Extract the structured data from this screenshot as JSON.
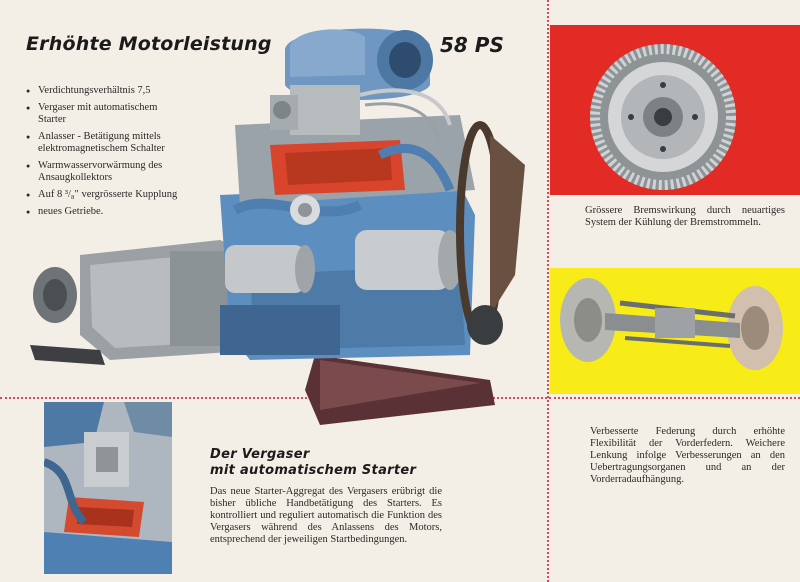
{
  "header": {
    "title": "Erhöhte Motorleistung",
    "power": "58 PS"
  },
  "features": [
    "Verdichtungsverhältnis 7,5",
    "Vergaser mit automatischem Starter",
    "Anlasser - Betätigung mittels elektromagnetischem Schalter",
    "Warmwasservorwärmung des Ansaugkollektors",
    "Auf 8 ³/₈\" vergrösserte Kupplung",
    "neues Getriebe."
  ],
  "brake": {
    "caption": "Grössere Bremswirkung durch neuartiges System der Kühlung der Bremstrommeln."
  },
  "suspension": {
    "caption": "Verbesserte Federung durch erhöhte Flexibilität der Vorderfedern. Weichere Lenkung infolge Verbesserungen an den Uebertragungsorganen und an der Vorderradaufhängung."
  },
  "carburetor": {
    "title_line1": "Der Vergaser",
    "title_line2": "mit automatischem Starter",
    "text": "Das neue Starter-Aggregat des Vergasers erübrigt die bisher übliche Handbetätigung des Starters. Es kontrolliert und reguliert automatisch die Funktion des Vergasers während des Anlassens des Motors, entsprechend der jeweiligen Startbedingungen."
  },
  "colors": {
    "red_panel": "#e12b24",
    "yellow_panel": "#f7ec17",
    "separator": "#d9475a",
    "engine_blue": "#5c8fbf",
    "engine_red": "#d8452c"
  }
}
